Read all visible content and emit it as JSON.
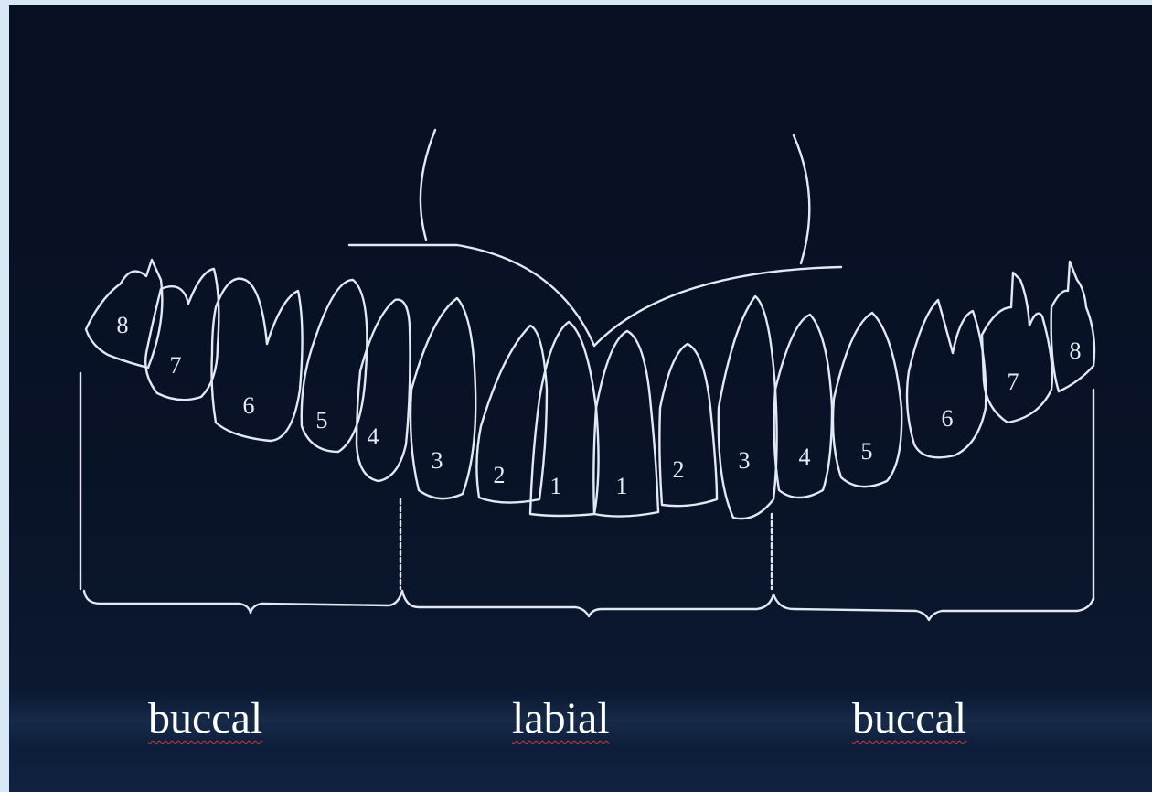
{
  "labels": {
    "left_region": "buccal",
    "center_region": "labial",
    "right_region": "buccal"
  },
  "teeth_left": [
    "8",
    "7",
    "6",
    "5",
    "4",
    "3",
    "2",
    "1"
  ],
  "teeth_right": [
    "1",
    "2",
    "3",
    "4",
    "5",
    "6",
    "7",
    "8"
  ],
  "colors": {
    "background": "#091327",
    "line": "#e3e9f2",
    "spellcheck_underline": "#c23b3b"
  }
}
